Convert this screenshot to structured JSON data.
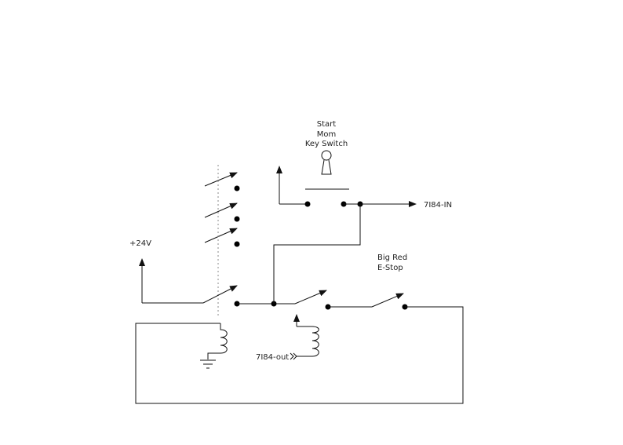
{
  "labels": {
    "start_line1": "Start",
    "start_line2": "Mom",
    "start_line3": "Key Switch",
    "supply": "+24V",
    "input": "7I84-IN",
    "estop_line1": "Big Red",
    "estop_line2": "E-Stop",
    "output": "7I84-out"
  },
  "icons": {
    "key": "key-icon",
    "ground": "ground-icon",
    "arrow": "arrow-icon",
    "coil": "coil-icon",
    "output_marker": "double-chevron-icon"
  },
  "colors": {
    "wire": "#111111",
    "relay_link": "#888888",
    "text": "#222222",
    "background": "#ffffff"
  }
}
